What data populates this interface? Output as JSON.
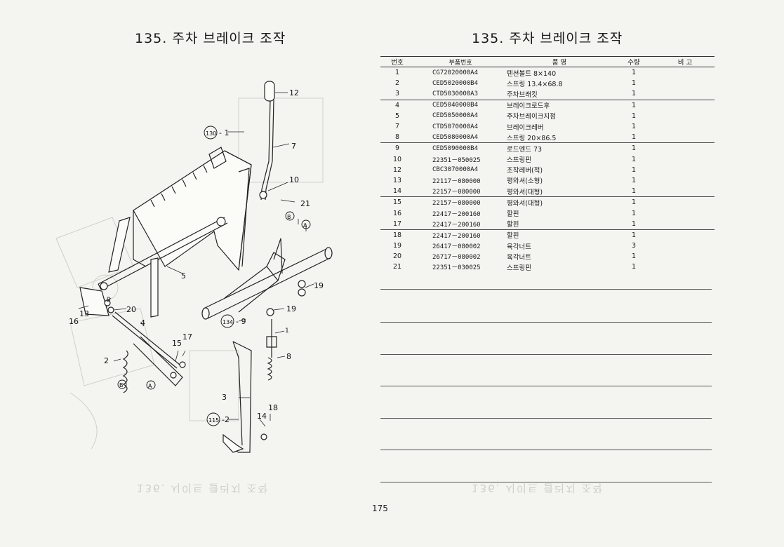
{
  "titles": {
    "left": "135. 주차 브레이크 조작",
    "right": "135. 주차 브레이크 조작"
  },
  "table": {
    "headers": [
      "번호",
      "부품번호",
      "품 명",
      "수량",
      "비 고"
    ],
    "rows": [
      {
        "no": "1",
        "part": "CG72020000A4",
        "name": "텐션볼트 8×140",
        "qty": "1"
      },
      {
        "no": "2",
        "part": "CED5020000B4",
        "name": "스프링 13.4×68.8",
        "qty": "1"
      },
      {
        "no": "3",
        "part": "CTD5030000A3",
        "name": "주차브래킷",
        "qty": "1"
      },
      {
        "no": "4",
        "part": "CED5040000B4",
        "name": "브레이크로드후",
        "qty": "1"
      },
      {
        "no": "5",
        "part": "CED5050000A4",
        "name": "주차브레이크지점",
        "qty": "1"
      },
      {
        "no": "7",
        "part": "CTD5070000A4",
        "name": "브레이크레버",
        "qty": "1"
      },
      {
        "no": "8",
        "part": "CED5080000A4",
        "name": "스프링 20×86.5",
        "qty": "1"
      },
      {
        "no": "9",
        "part": "CED5090000B4",
        "name": "로드엔드 73",
        "qty": "1"
      },
      {
        "no": "10",
        "part": "22351－050025",
        "name": "스프링핀",
        "qty": "1"
      },
      {
        "no": "12",
        "part": "CBC3070000A4",
        "name": "조작레버(적)",
        "qty": "1"
      },
      {
        "no": "13",
        "part": "22117－080000",
        "name": "평와셔(소형)",
        "qty": "1"
      },
      {
        "no": "14",
        "part": "22157－080000",
        "name": "평와셔(대형)",
        "qty": "1"
      },
      {
        "no": "15",
        "part": "22157－080000",
        "name": "평와셔(대형)",
        "qty": "1"
      },
      {
        "no": "16",
        "part": "22417－200160",
        "name": "할핀",
        "qty": "1"
      },
      {
        "no": "17",
        "part": "22417－200160",
        "name": "할핀",
        "qty": "1"
      },
      {
        "no": "18",
        "part": "22417－200160",
        "name": "할핀",
        "qty": "1"
      },
      {
        "no": "19",
        "part": "26417－080002",
        "name": "육각너트",
        "qty": "3"
      },
      {
        "no": "20",
        "part": "26717－080002",
        "name": "육각너트",
        "qty": "1"
      },
      {
        "no": "21",
        "part": "22351－030025",
        "name": "스프링핀",
        "qty": "1"
      }
    ]
  },
  "callouts": {
    "c12": "12",
    "c130": "130",
    "c130_sfx": "- 1",
    "c7": "7",
    "c10": "10",
    "c21": "21",
    "cB": "B",
    "cA": "A",
    "c5": "5",
    "c19a": "19",
    "c19b": "19",
    "c9": "9",
    "c13": "13",
    "c16": "16",
    "c20": "20",
    "c4": "4",
    "c134": "134",
    "c134_sfx": "- 9",
    "c1": "1",
    "c17": "17",
    "c15": "15",
    "c2": "2",
    "c8": "8",
    "cB2": "B",
    "cA2": "A",
    "c3": "3",
    "c115": "115",
    "c115_sfx": "-2",
    "c14": "14",
    "c18": "18"
  },
  "page_number": "175"
}
